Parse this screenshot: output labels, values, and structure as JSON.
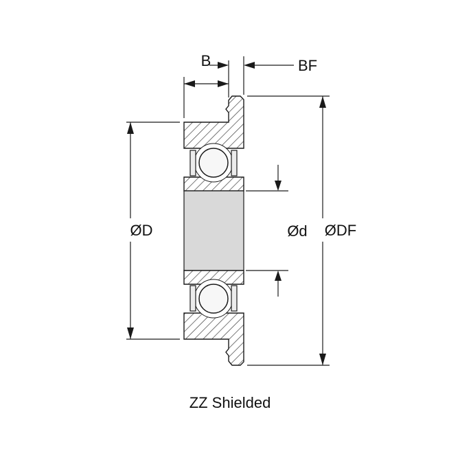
{
  "diagram": {
    "caption": "ZZ Shielded",
    "labels": {
      "width": "B",
      "flange_width": "BF",
      "outer_diameter": "ØD",
      "bore_diameter": "Ød",
      "flange_diameter": "ØDF"
    },
    "colors": {
      "line": "#1a1a1a",
      "bore_fill": "#d9d9d9",
      "ball_fill": "#f7f7f7",
      "shield_fill": "#ececec",
      "hatch_line": "#3f3f3f",
      "background": "#ffffff"
    }
  }
}
